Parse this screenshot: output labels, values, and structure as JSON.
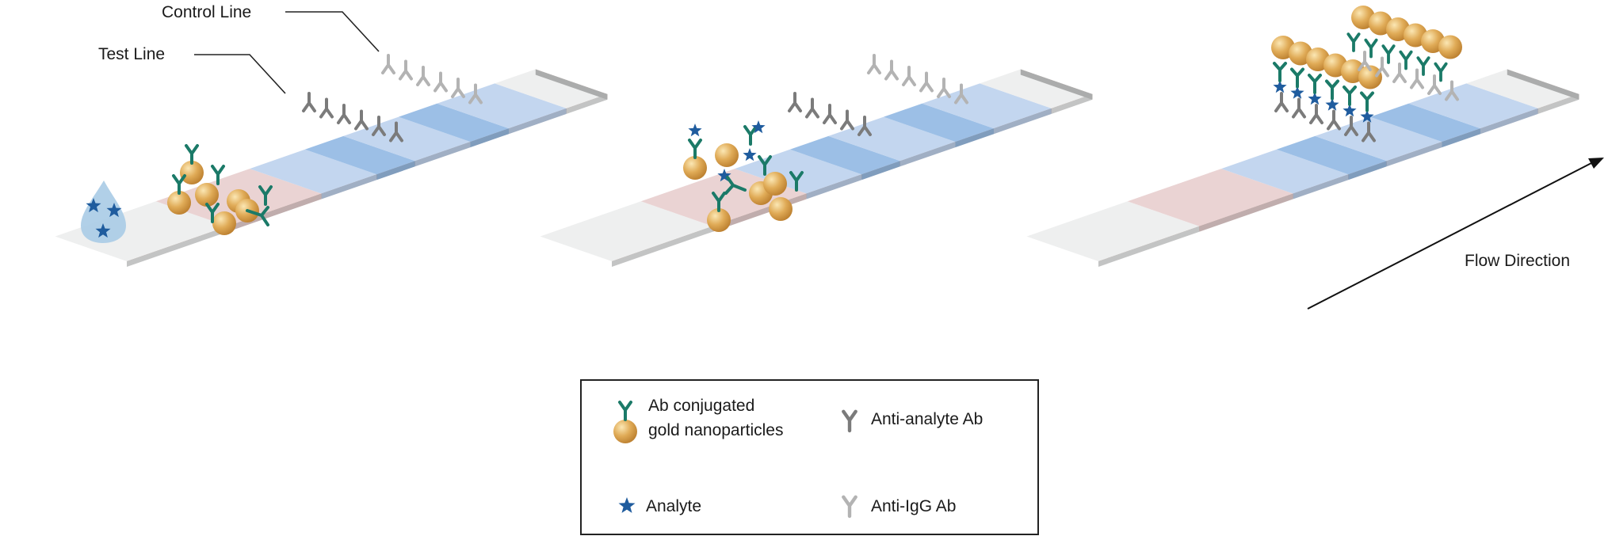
{
  "labels": {
    "control_line": "Control Line",
    "test_line": "Test Line",
    "flow_direction": "Flow Direction"
  },
  "legend": {
    "ab_gold_line1": "Ab conjugated",
    "ab_gold_line2": "gold nanoparticles",
    "anti_analyte": "Anti-analyte Ab",
    "analyte": "Analyte",
    "anti_igg": "Anti-IgG Ab"
  },
  "colors": {
    "strip_white": "#eeefef",
    "strip_blue": "#c3d6ef",
    "line_blue": "#9cbfe6",
    "conjugate_pad": "#ead3d3",
    "backing": "#b77c68",
    "gold": "#d6a354",
    "antibody_green": "#1b7a68",
    "analyte_star": "#1f5c9e",
    "anti_analyte_grey": "#7b7b7b",
    "anti_igg_grey": "#b3b3b3",
    "droplet": "#a9cbe6"
  },
  "icons": [
    "y-antibody-icon",
    "gold-nanoparticle-icon",
    "star-analyte-icon",
    "droplet-icon",
    "arrow-icon"
  ]
}
